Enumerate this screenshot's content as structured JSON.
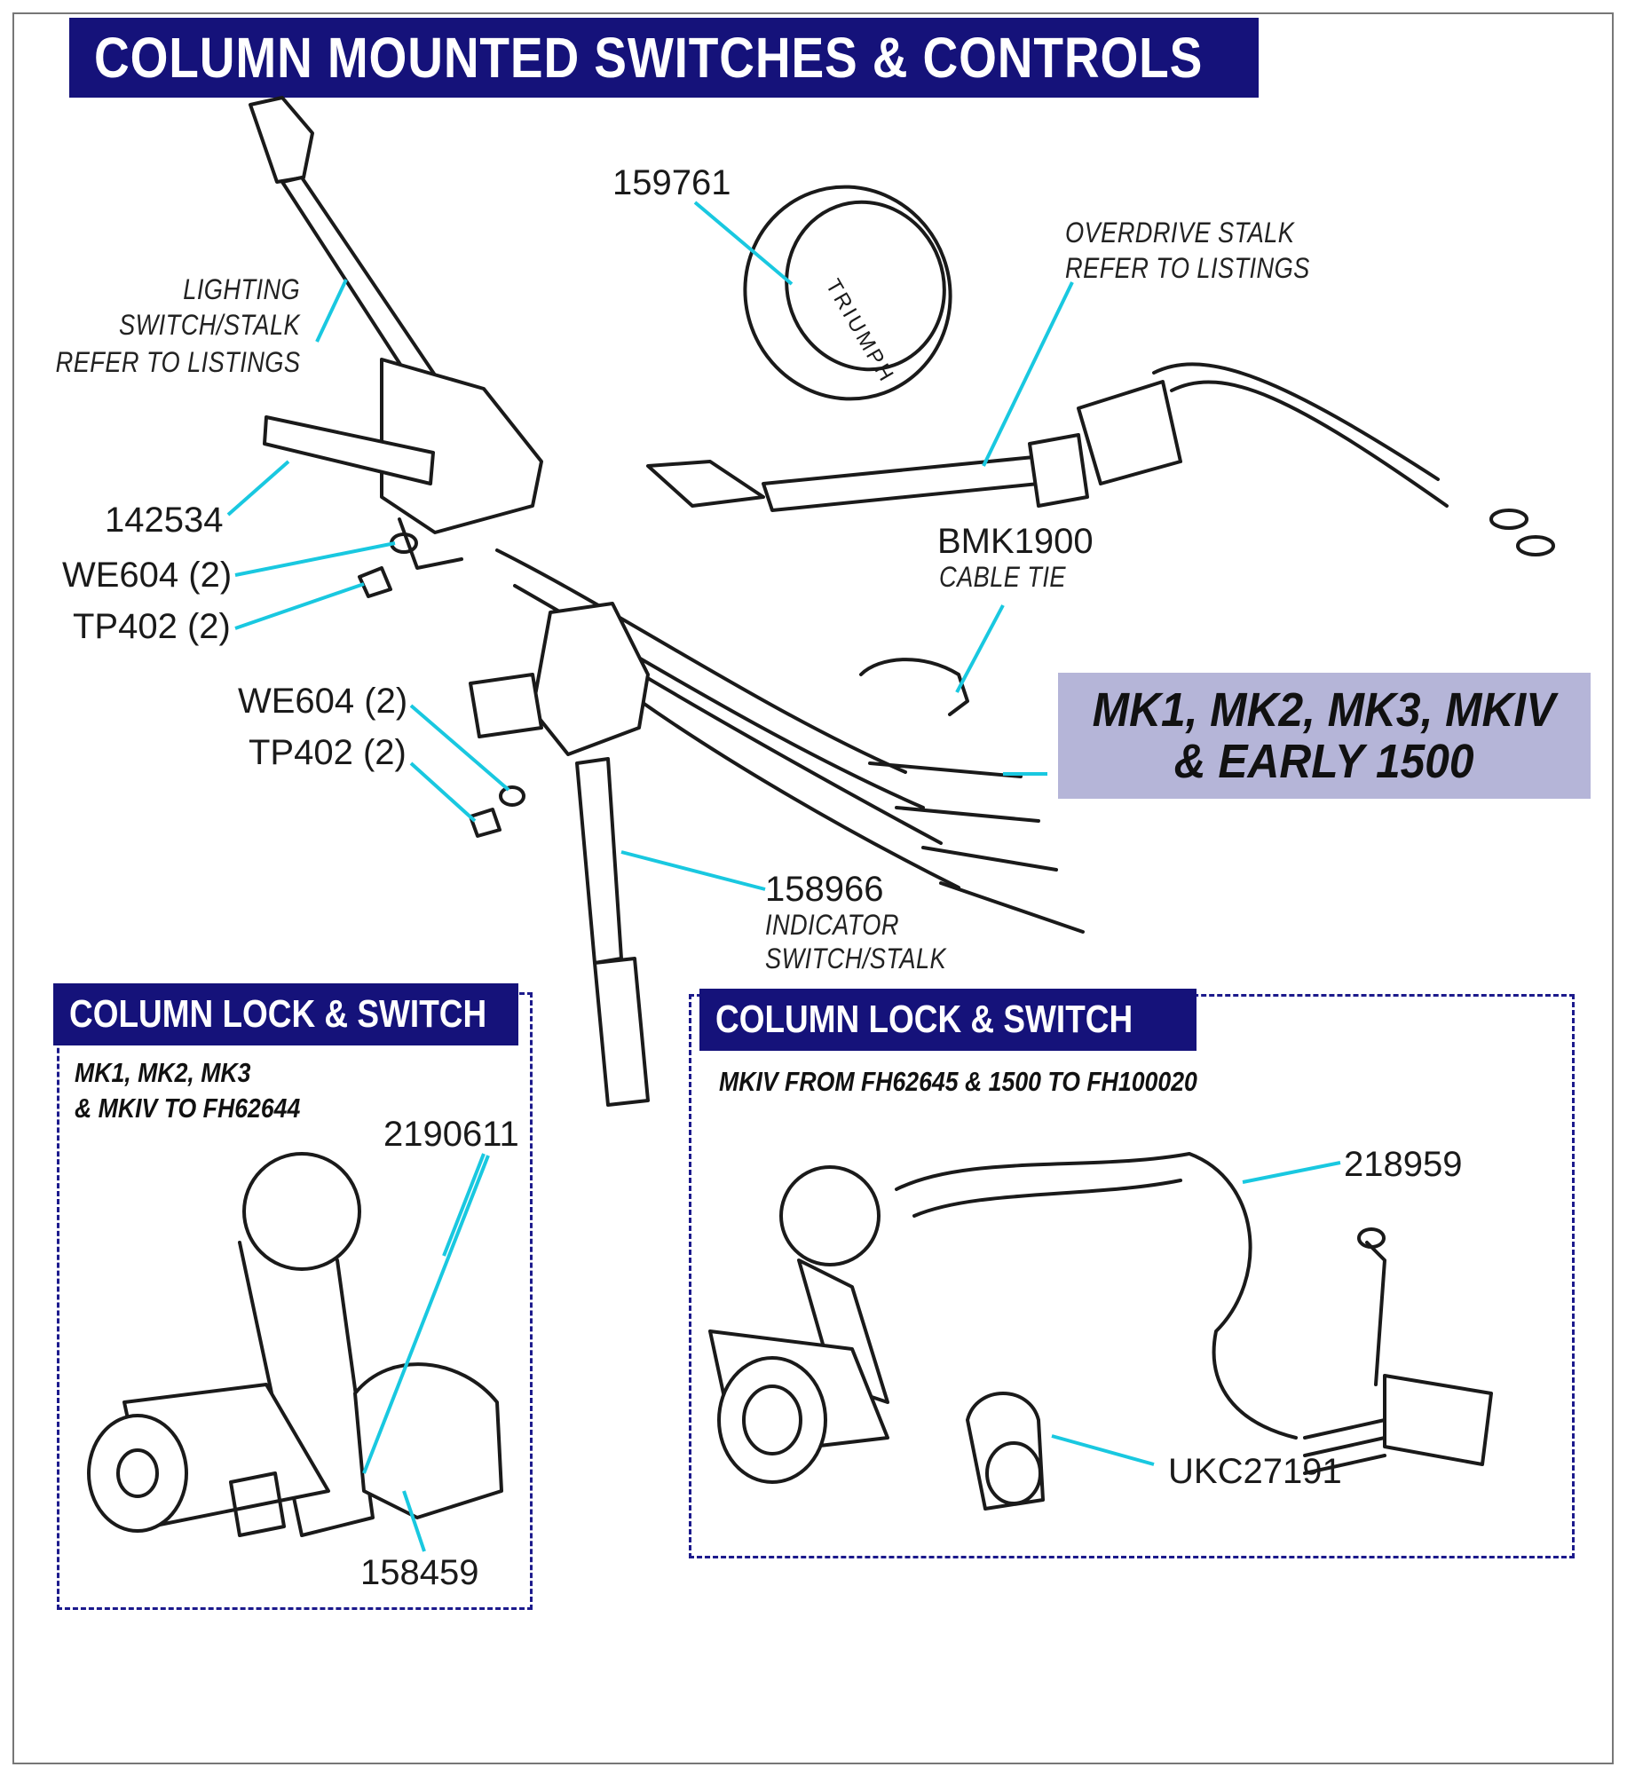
{
  "title": "COLUMN MOUNTED SWITCHES & CONTROLS",
  "badge_text": "TRIUMPH",
  "models": {
    "line1": "MK1, MK2, MK3, MKIV",
    "line2": "& EARLY 1500"
  },
  "callouts": {
    "p159761": "159761",
    "overdrive_l1": "OVERDRIVE STALK",
    "overdrive_l2": "REFER TO LISTINGS",
    "lighting_l1": "LIGHTING",
    "lighting_l2": "SWITCH/STALK",
    "lighting_l3": "REFER TO LISTINGS",
    "p142534": "142534",
    "we604_a": "WE604 (2)",
    "tp402_a": "TP402 (2)",
    "bmk1900": "BMK1900",
    "cable_tie": "CABLE TIE",
    "we604_b": "WE604 (2)",
    "tp402_b": "TP402 (2)",
    "p158966": "158966",
    "indicator_l1": "INDICATOR",
    "indicator_l2": "SWITCH/STALK"
  },
  "inset_left": {
    "title": "COLUMN LOCK & SWITCH",
    "sub_l1": "MK1, MK2, MK3",
    "sub_l2": "& MKIV TO FH62644",
    "p2190611": "2190611",
    "p158459": "158459"
  },
  "inset_right": {
    "title": "COLUMN LOCK & SWITCH",
    "sub": "MKIV FROM FH62645 & 1500 TO FH100020",
    "p218959": "218959",
    "ukc27191": "UKC27191"
  },
  "colors": {
    "banner": "#15127a",
    "leader": "#19c8e0",
    "model_box": "#b5b5d8",
    "inset_border": "#1c1a8c"
  }
}
